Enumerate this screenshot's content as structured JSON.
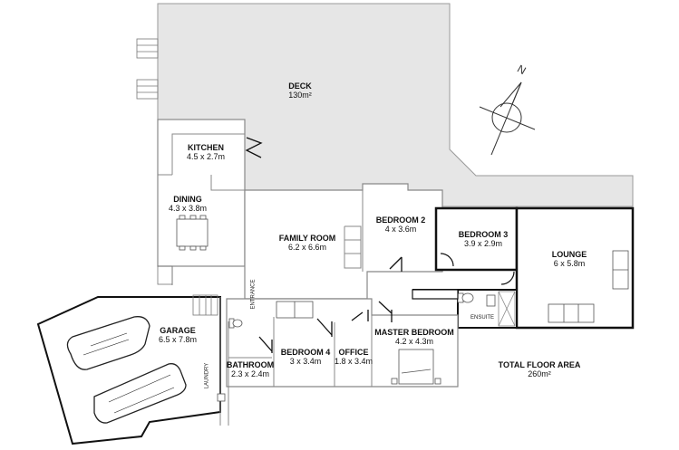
{
  "plan": {
    "deck": {
      "name": "DECK",
      "area": "130m²"
    },
    "rooms": [
      {
        "id": "kitchen",
        "name": "KITCHEN",
        "dims": "4.5 x 2.7m"
      },
      {
        "id": "dining",
        "name": "DINING",
        "dims": "4.3 x 3.8m"
      },
      {
        "id": "family-room",
        "name": "FAMILY ROOM",
        "dims": "6.2 x 6.6m"
      },
      {
        "id": "bedroom-2",
        "name": "BEDROOM 2",
        "dims": "4 x 3.6m"
      },
      {
        "id": "bedroom-3",
        "name": "BEDROOM 3",
        "dims": "3.9 x 2.9m"
      },
      {
        "id": "lounge",
        "name": "LOUNGE",
        "dims": "6 x 5.8m"
      },
      {
        "id": "garage",
        "name": "GARAGE",
        "dims": "6.5 x 7.8m"
      },
      {
        "id": "bathroom",
        "name": "BATHROOM",
        "dims": "2.3 x 2.4m"
      },
      {
        "id": "bedroom-4",
        "name": "BEDROOM 4",
        "dims": "3 x 3.4m"
      },
      {
        "id": "office",
        "name": "OFFICE",
        "dims": "1.8 x 3.4m"
      },
      {
        "id": "master-bedroom",
        "name": "MASTER BEDROOM",
        "dims": "4.2 x 4.3m"
      }
    ],
    "small_labels": {
      "entrance": "ENTRANCE",
      "laundry": "LAUNDRY",
      "ensuite": "ENSUITE"
    },
    "total": {
      "name": "TOTAL FLOOR AREA",
      "area": "260m²"
    },
    "compass": {
      "label": "N"
    },
    "colors": {
      "deck_fill": "#e6e6e6",
      "deck_edge": "#9a9a9a",
      "wall": "#111111",
      "interior_line": "#888888"
    }
  }
}
